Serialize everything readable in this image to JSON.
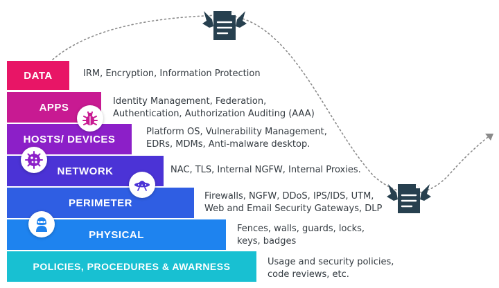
{
  "colors": {
    "data": "#e81566",
    "apps": "#c81a92",
    "hosts": "#8c1fc8",
    "network": "#4b33d6",
    "perimeter": "#2f5ee3",
    "physical": "#1e83ef",
    "policies": "#18c0d2",
    "mascot": "#27404f",
    "path": "#8a8a8a"
  },
  "layers": [
    {
      "key": "data",
      "label": "DATA",
      "desc": [
        "IRM, Encryption, Information Protection"
      ]
    },
    {
      "key": "apps",
      "label": "APPS",
      "desc": [
        "Identity Management, Federation,",
        "Authentication, Authorization Auditing (AAA)"
      ]
    },
    {
      "key": "hosts",
      "label": "HOSTS/ DEVICES",
      "desc": [
        "Platform OS, Vulnerability Management,",
        "EDRs, MDMs, Anti-malware desktop."
      ]
    },
    {
      "key": "network",
      "label": "NETWORK",
      "desc": [
        "NAC, TLS,  Internal NGFW, Internal Proxies."
      ]
    },
    {
      "key": "perimeter",
      "label": "PERIMETER",
      "desc": [
        "Firewalls, NGFW, DDoS, IPS/IDS, UTM,",
        "Web and Email Security Gateways, DLP"
      ]
    },
    {
      "key": "physical",
      "label": "PHYSICAL",
      "desc": [
        "Fences, walls, guards, locks,",
        "keys, badges"
      ]
    },
    {
      "key": "policies",
      "label": "POLICIES, PROCEDURES & AWARNESS",
      "desc": [
        "Usage and security policies,",
        "code reviews, etc."
      ]
    }
  ],
  "icons": {
    "apps_badge": "bug-icon",
    "hosts_badge": "virus-icon",
    "network_badge": "ufo-icon",
    "physical_badge": "hacker-icon",
    "mascot": "winged-document-icon"
  }
}
